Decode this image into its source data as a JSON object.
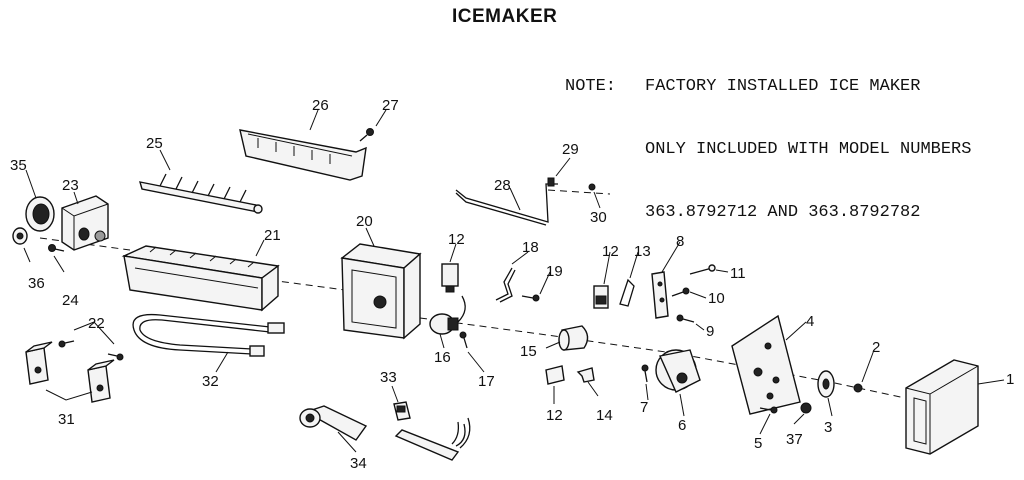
{
  "title": "ICEMAKER",
  "note": {
    "label": "NOTE:",
    "lines": [
      "FACTORY INSTALLED ICE MAKER",
      "ONLY INCLUDED WITH MODEL NUMBERS",
      "363.8792712 AND 363.8792782"
    ]
  },
  "parts": {
    "p1": "1",
    "p2": "2",
    "p3": "3",
    "p4": "4",
    "p5": "5",
    "p6": "6",
    "p7": "7",
    "p8": "8",
    "p9": "9",
    "p10": "10",
    "p11": "11",
    "p12a": "12",
    "p12b": "12",
    "p12c": "12",
    "p13": "13",
    "p14": "14",
    "p15": "15",
    "p16": "16",
    "p17": "17",
    "p18": "18",
    "p19": "19",
    "p20": "20",
    "p21": "21",
    "p22": "22",
    "p23": "23",
    "p24": "24",
    "p25": "25",
    "p26": "26",
    "p27": "27",
    "p28": "28",
    "p29": "29",
    "p30": "30",
    "p31": "31",
    "p32": "32",
    "p33": "33",
    "p34": "34",
    "p35": "35",
    "p36": "36",
    "p37": "37"
  }
}
